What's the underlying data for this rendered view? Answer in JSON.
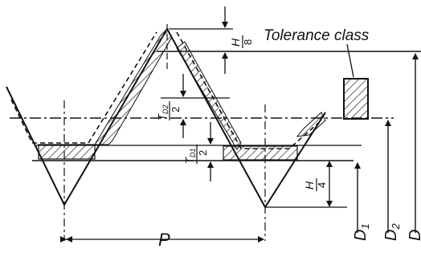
{
  "labels": {
    "tolerance_class": "Tolerance class",
    "pitch": "P",
    "h_over_8_num": "H",
    "h_over_8_den": "8",
    "h_over_4_num": "H",
    "h_over_4_den": "4",
    "td2_over_2_num": "T",
    "td2_sub": "D2",
    "td2_over_2_den": "2",
    "td1_over_2_num": "T",
    "td1_sub": "D1",
    "td1_over_2_den": "2",
    "d1_letter": "D",
    "d1_sub": "1",
    "d2_letter": "D",
    "d2_sub": "2",
    "d_letter": "D"
  }
}
